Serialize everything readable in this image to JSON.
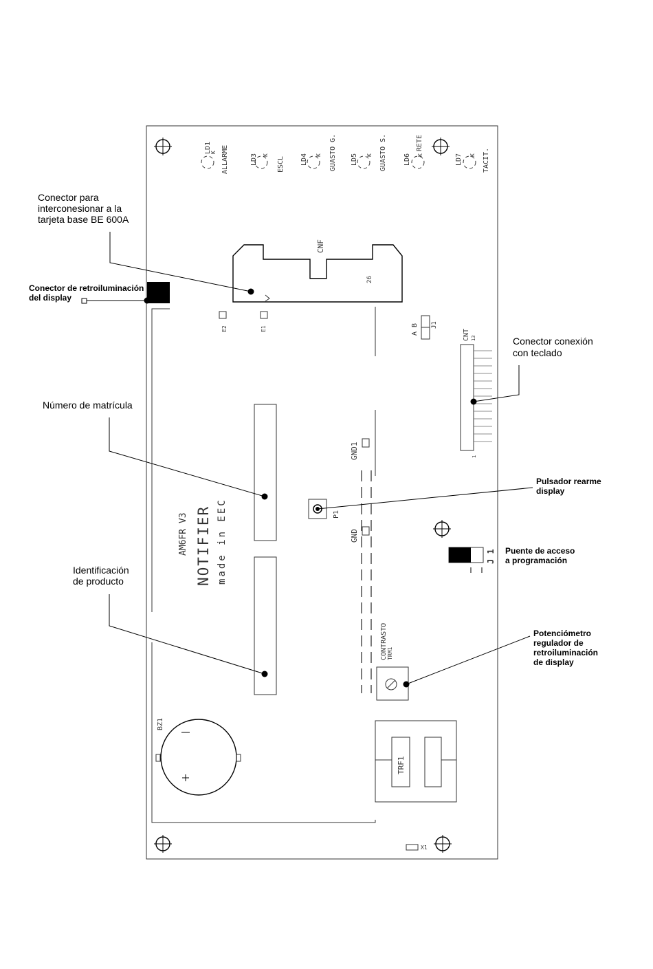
{
  "callouts": {
    "cnf_lines": [
      "Conector para",
      "interconesionar a la",
      "tarjeta base  BE 600A"
    ],
    "backlight_lines": [
      "Conector de retroiluminación",
      "del display"
    ],
    "keyboard_lines": [
      "Conector conexión",
      "con teclado"
    ],
    "serial_lines": [
      "Número de matrícula"
    ],
    "reset_lines": [
      "Pulsador rearme",
      "display"
    ],
    "product_lines": [
      "Identificación",
      "de producto"
    ],
    "jumper_lines": [
      "Puente de acceso",
      "a programación"
    ],
    "pot_lines": [
      "Potenciómetro",
      "regulador de",
      "retroiluminación",
      "de display"
    ]
  },
  "leds": [
    {
      "ref": "LD1",
      "name": "ALLARME"
    },
    {
      "ref": "LD3",
      "name": "ESCL"
    },
    {
      "ref": "LD4",
      "name": "GUASTO G."
    },
    {
      "ref": "LD5",
      "name": "GUASTO S."
    },
    {
      "ref": "LD6",
      "name": "RETE"
    },
    {
      "ref": "LD7",
      "name": "TACIT."
    }
  ],
  "silk": {
    "cnf": "CNF",
    "cnf_pin": "26",
    "e2": "E2",
    "e1": "E1",
    "jumper_ab": "A B",
    "j1_small": "J1",
    "cnt": "CNT",
    "cnt_pin_top": "13",
    "cnt_pin_bottom": "1",
    "gnd1": "GND1",
    "gnd": "GND",
    "p1": "P1",
    "j1_large": "J 1",
    "contrasto": "CONTRASTO",
    "trm1": "TRM1",
    "model": "AM6FR V3",
    "brand": "NOTIFIER",
    "origin": "made in EEC",
    "bz1": "BZ1",
    "trf1": "TRF1",
    "x1": "X1",
    "led_k": "K"
  }
}
